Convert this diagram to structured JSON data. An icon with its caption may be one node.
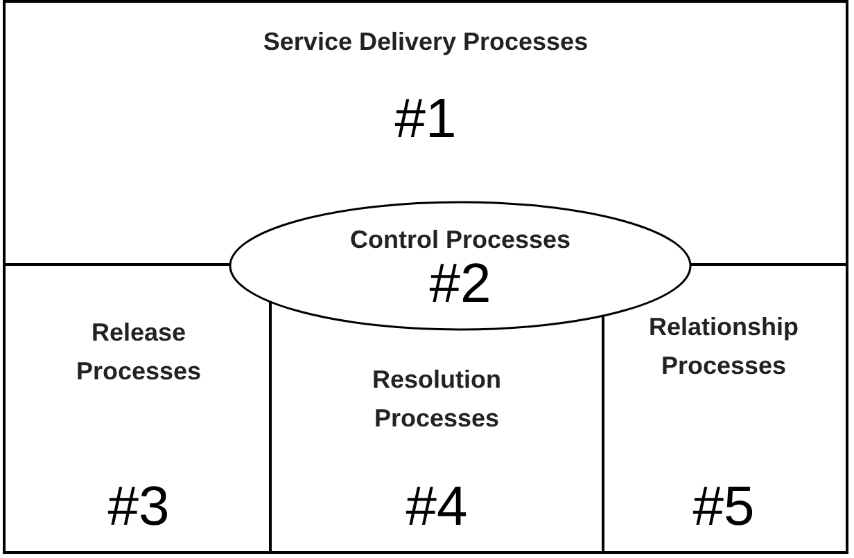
{
  "diagram": {
    "nodes": [
      {
        "text": [
          "Service Delivery Processes",
          "#1"
        ]
      },
      {
        "text": [
          "Control Processes",
          "#2"
        ]
      },
      {
        "text": [
          "Release Processes",
          "#3"
        ]
      },
      {
        "text": [
          "Resolution Processes",
          "#4"
        ]
      },
      {
        "text": [
          "Relationship Processes",
          "#5"
        ]
      }
    ]
  }
}
